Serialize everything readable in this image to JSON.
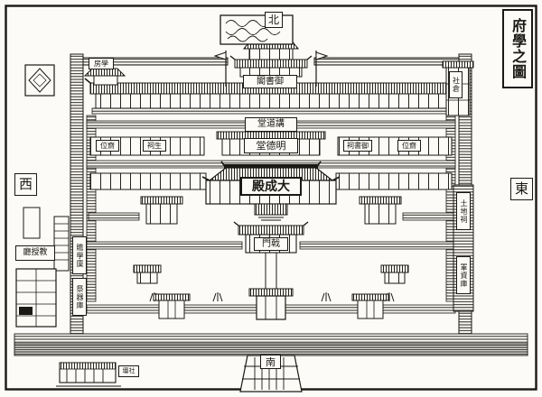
{
  "artwork": {
    "title": "府學之圖",
    "compass": {
      "north": "北",
      "south": "南",
      "east": "東",
      "west": "西"
    },
    "halls": {
      "imperial_library": "御書閣",
      "lecture_hall": "講道堂",
      "mingde_hall": "明德堂",
      "dacheng_hall": "大成殿",
      "halberd_gate": "戟門"
    },
    "plaques": {
      "studies_left": "齋位",
      "shrine_left": "生祠",
      "shrine_right": "御書祠",
      "studies_right": "齋位",
      "pagoda": "學房",
      "professor_hall": "教授廳",
      "altar": "社壇"
    },
    "vertical_plaques": {
      "granary_left": "贍學廩",
      "vessels_left": "祭器庫",
      "storehouse_right_top": "社倉",
      "earth_shrine_right": "土地祠",
      "treasury_right": "軍資庫"
    },
    "colors": {
      "ink": "#1b1914",
      "paper": "#fcfbf7"
    }
  }
}
